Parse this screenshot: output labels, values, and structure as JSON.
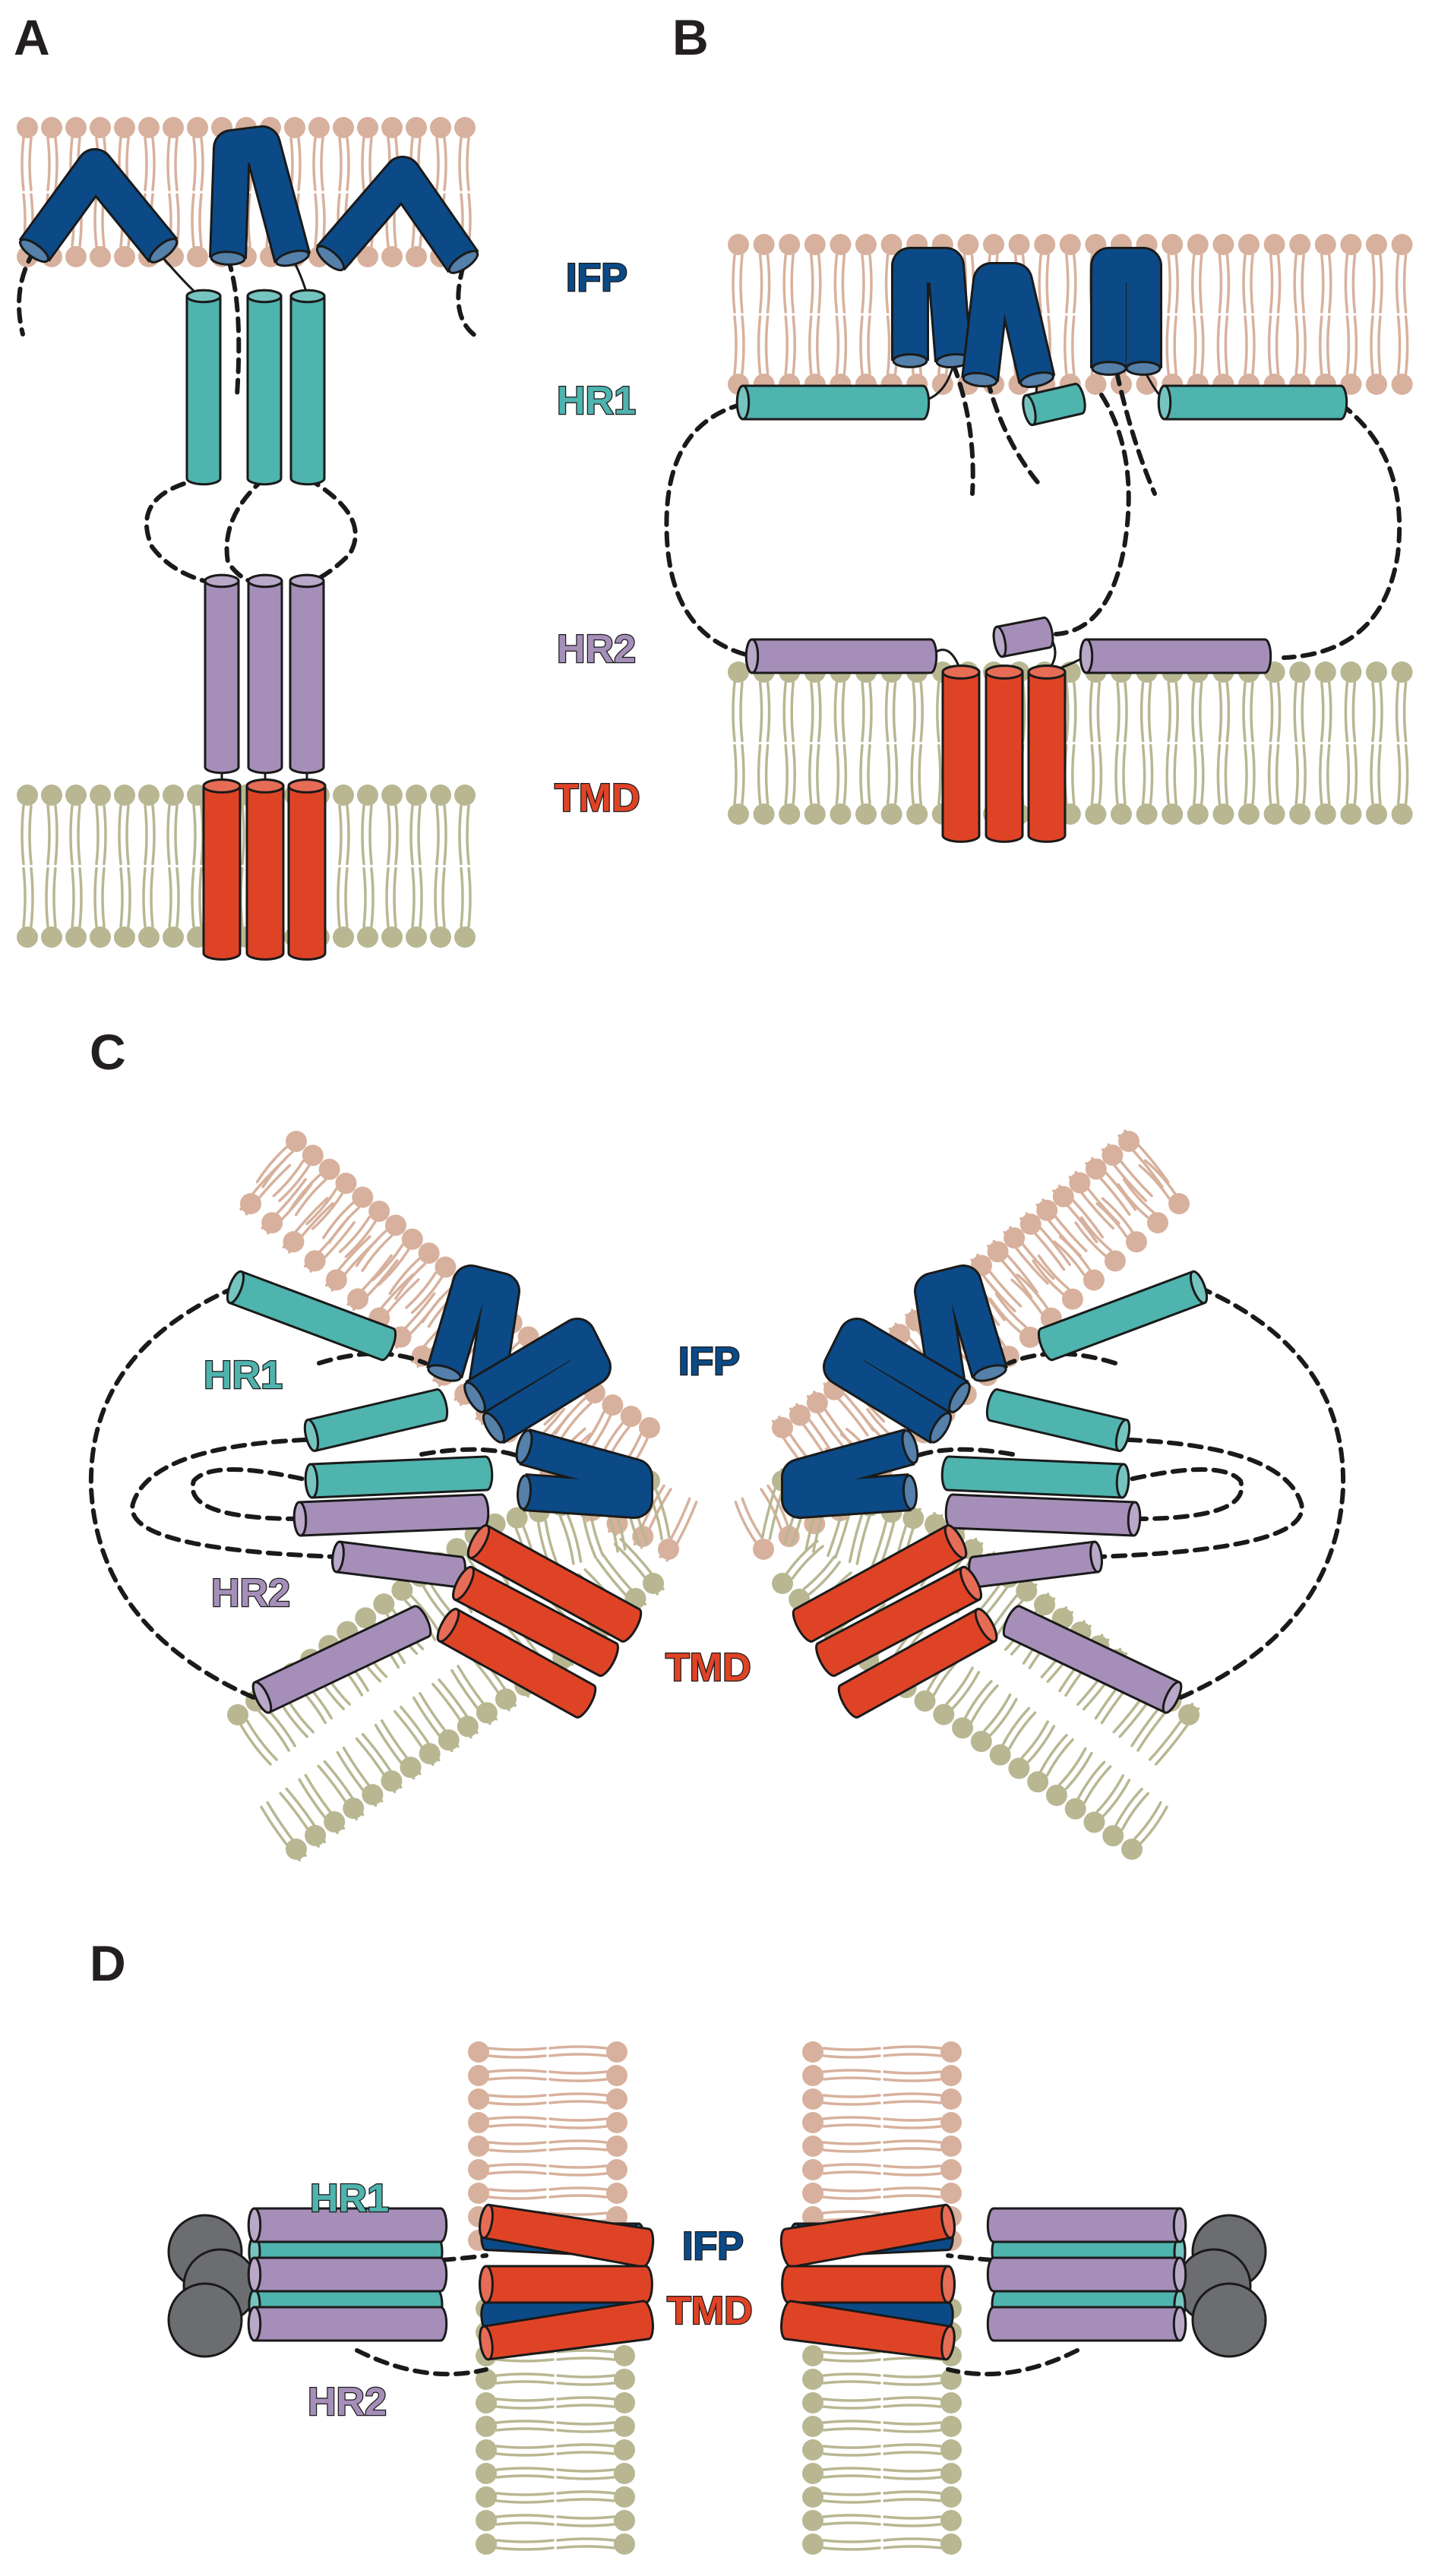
{
  "panels": {
    "a": "A",
    "b": "B",
    "c": "C",
    "d": "D"
  },
  "domains": {
    "ifp": "IFP",
    "hr1": "HR1",
    "hr2": "HR2",
    "tmd": "TMD"
  },
  "colors": {
    "ifp": "#0b4a86",
    "hr1": "#4fb3ae",
    "hr2": "#a58fb9",
    "tmd": "#df4326",
    "viral_membrane": "#b8b792",
    "target_membrane": "#d7b19d",
    "globular_domain": "#6b6d70",
    "outline": "#1a1a1a"
  }
}
